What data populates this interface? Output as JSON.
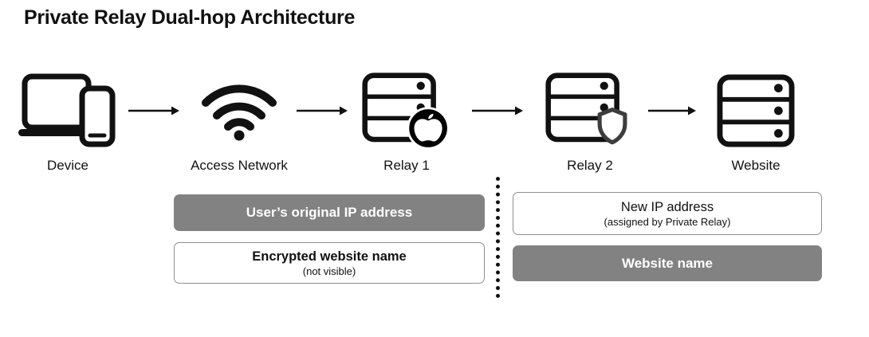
{
  "title": "Private Relay Dual-hop Architecture",
  "nodes": [
    {
      "label": "Device",
      "icon": "device-icon"
    },
    {
      "label": "Access Network",
      "icon": "wifi-icon"
    },
    {
      "label": "Relay 1",
      "icon": "server-apple-icon"
    },
    {
      "label": "Relay 2",
      "icon": "server-shield-icon"
    },
    {
      "label": "Website",
      "icon": "server-icon"
    }
  ],
  "annotations": {
    "left": [
      {
        "text": "User’s original IP address",
        "style": "dark"
      },
      {
        "text": "Encrypted website name",
        "subtext": "(not visible)",
        "style": "light"
      }
    ],
    "right": [
      {
        "text": "New IP address",
        "subtext": "(assigned by Private Relay)",
        "style": "light"
      },
      {
        "text": "Website name",
        "style": "dark"
      }
    ]
  },
  "colors": {
    "dark_box": "#828282",
    "light_box_border": "#8f8f8f",
    "ink": "#111111"
  }
}
